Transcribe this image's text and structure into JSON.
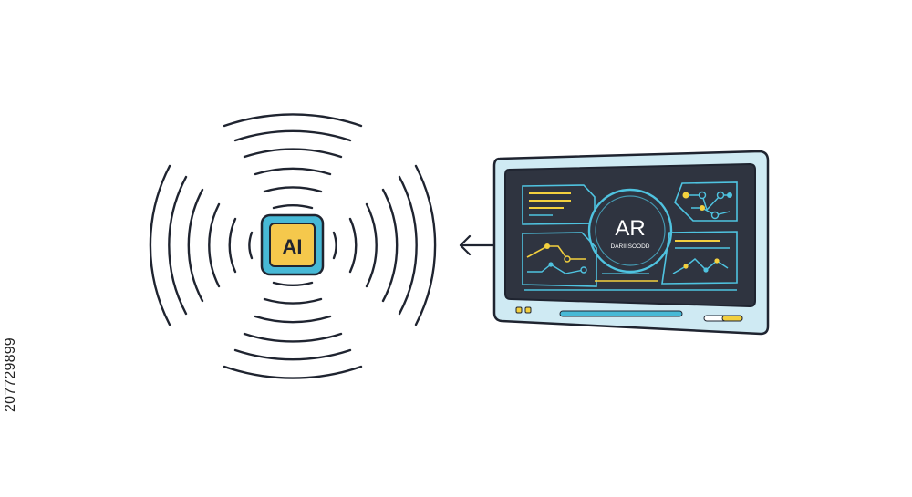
{
  "chip": {
    "label": "AI",
    "fill": "#f5c84c",
    "border": "#47b9d6",
    "icon": "ai-chip-icon"
  },
  "arrow": {
    "icon": "arrow-left-icon"
  },
  "screen": {
    "title": "AR",
    "subtitle": "DARIIISOODD",
    "frame_color": "#cfeaf3",
    "panel_color": "#2f3440",
    "accent_cyan": "#4fc3e0",
    "accent_yellow": "#f3d03e"
  },
  "stock_id": "207729899"
}
